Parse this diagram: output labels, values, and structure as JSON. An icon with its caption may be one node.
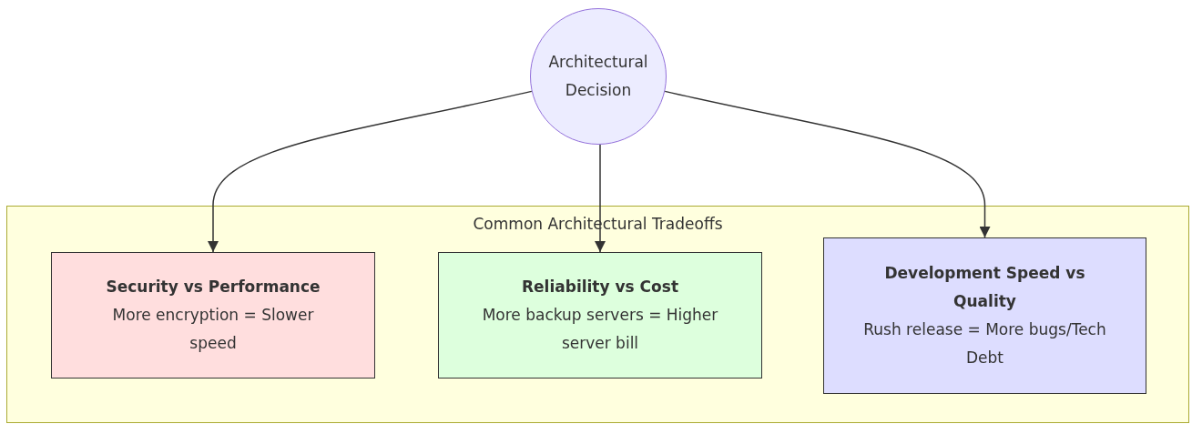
{
  "diagram": {
    "nodes": [
      {
        "text": [
          "Architectural Decision"
        ]
      },
      {
        "text": [
          "Common Architectural Tradeoffs"
        ]
      },
      {
        "text": [
          "Security vs Performance",
          "More encryption = Slower speed"
        ],
        "in": 1
      },
      {
        "text": [
          "Reliability vs Cost",
          "More backup servers = Higher server bill"
        ],
        "in": 1
      },
      {
        "text": [
          "Development Speed vs Quality",
          "Rush release = More bugs/Tech Debt"
        ],
        "in": 1
      }
    ],
    "edges": [
      {
        "from": 0,
        "to": 2,
        "arrow": "to"
      },
      {
        "from": 0,
        "to": 3,
        "arrow": "to"
      },
      {
        "from": 0,
        "to": 4,
        "arrow": "to"
      }
    ]
  }
}
